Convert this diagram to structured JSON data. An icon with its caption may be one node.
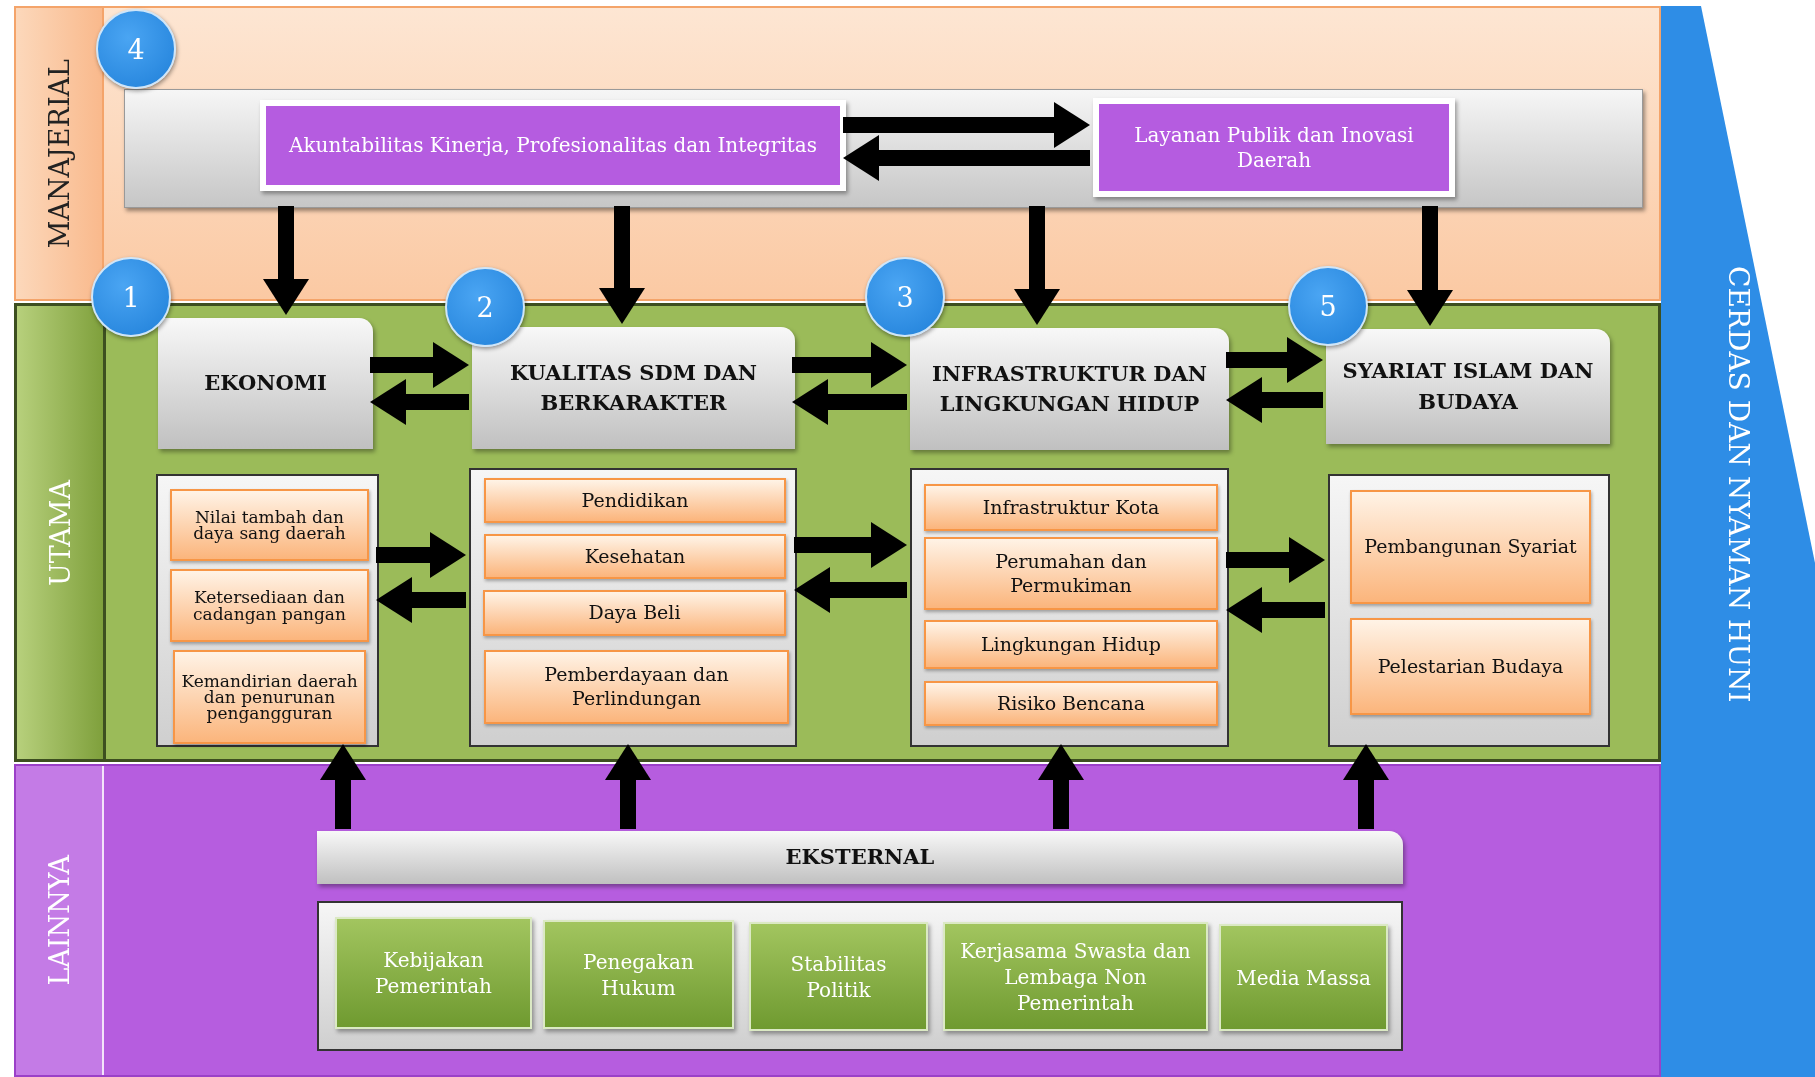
{
  "diagram": {
    "nodes": [
      {
        "text": [
          "MANAJERIAL"
        ]
      },
      {
        "text": [
          "UTAMA"
        ]
      },
      {
        "text": [
          "LAINNYA"
        ]
      },
      {
        "text": [
          "CERDAS DAN NYAMAN HUNI"
        ]
      },
      {
        "text": [
          "4"
        ],
        "in": 0
      },
      {
        "text": [],
        "shape": "box",
        "in": 0
      },
      {
        "text": [
          "Akuntabilitas Kinerja, Profesionalitas dan Integritas"
        ],
        "in": 5
      },
      {
        "text": [
          "Layanan Publik dan Inovasi Daerah"
        ],
        "in": 5
      },
      {
        "text": [
          "1"
        ]
      },
      {
        "text": [
          "EKONOMI"
        ],
        "in": 1
      },
      {
        "text": [
          "2"
        ]
      },
      {
        "text": [
          "KUALITAS SDM DAN BERKARAKTER"
        ],
        "in": 1
      },
      {
        "text": [
          "3"
        ]
      },
      {
        "text": [
          "INFRASTRUKTUR DAN LINGKUNGAN HIDUP"
        ],
        "in": 1
      },
      {
        "text": [
          "5"
        ]
      },
      {
        "text": [
          "SYARIAT ISLAM DAN BUDAYA"
        ],
        "in": 1
      },
      {
        "text": [],
        "shape": "box",
        "in": 1
      },
      {
        "text": [
          "Nilai tambah dan daya sang daerah"
        ],
        "in": 16
      },
      {
        "text": [
          "Ketersediaan dan cadangan pangan"
        ],
        "in": 16
      },
      {
        "text": [
          "Kemandirian daerah dan penurunan pengangguran"
        ],
        "in": 16
      },
      {
        "text": [],
        "shape": "box",
        "in": 1
      },
      {
        "text": [
          "Pendidikan"
        ],
        "in": 20
      },
      {
        "text": [
          "Kesehatan"
        ],
        "in": 20
      },
      {
        "text": [
          "Daya Beli"
        ],
        "in": 20
      },
      {
        "text": [
          "Pemberdayaan dan Perlindungan"
        ],
        "in": 20
      },
      {
        "text": [],
        "shape": "box",
        "in": 1
      },
      {
        "text": [
          "Infrastruktur Kota"
        ],
        "in": 25
      },
      {
        "text": [
          "Perumahan dan Permukiman"
        ],
        "in": 25
      },
      {
        "text": [
          "Lingkungan Hidup"
        ],
        "in": 25
      },
      {
        "text": [
          "Risiko Bencana"
        ],
        "in": 25
      },
      {
        "text": [],
        "shape": "box",
        "in": 1
      },
      {
        "text": [
          "Pembangunan Syariat"
        ],
        "in": 30
      },
      {
        "text": [
          "Pelestarian Budaya"
        ],
        "in": 30
      },
      {
        "text": [
          "EKSTERNAL"
        ],
        "in": 2
      },
      {
        "text": [],
        "shape": "box",
        "in": 2
      },
      {
        "text": [
          "Kebijakan Pemerintah"
        ],
        "in": 34
      },
      {
        "text": [
          "Penegakan Hukum"
        ],
        "in": 34
      },
      {
        "text": [
          "Stabilitas Politik"
        ],
        "in": 34
      },
      {
        "text": [
          "Kerjasama Swasta dan Lembaga Non Pemerintah"
        ],
        "in": 34
      },
      {
        "text": [
          "Media Massa"
        ],
        "in": 34
      }
    ],
    "edges": [
      {
        "from": 6,
        "to": 7,
        "arrow": "to"
      },
      {
        "from": 7,
        "to": 6,
        "arrow": "to"
      },
      {
        "from": 5,
        "to": 9,
        "arrow": "to"
      },
      {
        "from": 5,
        "to": 11,
        "arrow": "to"
      },
      {
        "from": 5,
        "to": 13,
        "arrow": "to"
      },
      {
        "from": 5,
        "to": 15,
        "arrow": "to"
      },
      {
        "from": 9,
        "to": 11,
        "arrow": "to"
      },
      {
        "from": 11,
        "to": 9,
        "arrow": "to"
      },
      {
        "from": 11,
        "to": 13,
        "arrow": "to"
      },
      {
        "from": 13,
        "to": 11,
        "arrow": "to"
      },
      {
        "from": 13,
        "to": 15,
        "arrow": "to"
      },
      {
        "from": 15,
        "to": 13,
        "arrow": "to"
      },
      {
        "from": 16,
        "to": 20,
        "arrow": "to"
      },
      {
        "from": 20,
        "to": 16,
        "arrow": "to"
      },
      {
        "from": 20,
        "to": 25,
        "arrow": "to"
      },
      {
        "from": 25,
        "to": 20,
        "arrow": "to"
      },
      {
        "from": 25,
        "to": 30,
        "arrow": "to"
      },
      {
        "from": 30,
        "to": 25,
        "arrow": "to"
      },
      {
        "from": 33,
        "to": 16,
        "arrow": "to"
      },
      {
        "from": 33,
        "to": 20,
        "arrow": "to"
      },
      {
        "from": 33,
        "to": 25,
        "arrow": "to"
      },
      {
        "from": 33,
        "to": 30,
        "arrow": "to"
      }
    ]
  }
}
